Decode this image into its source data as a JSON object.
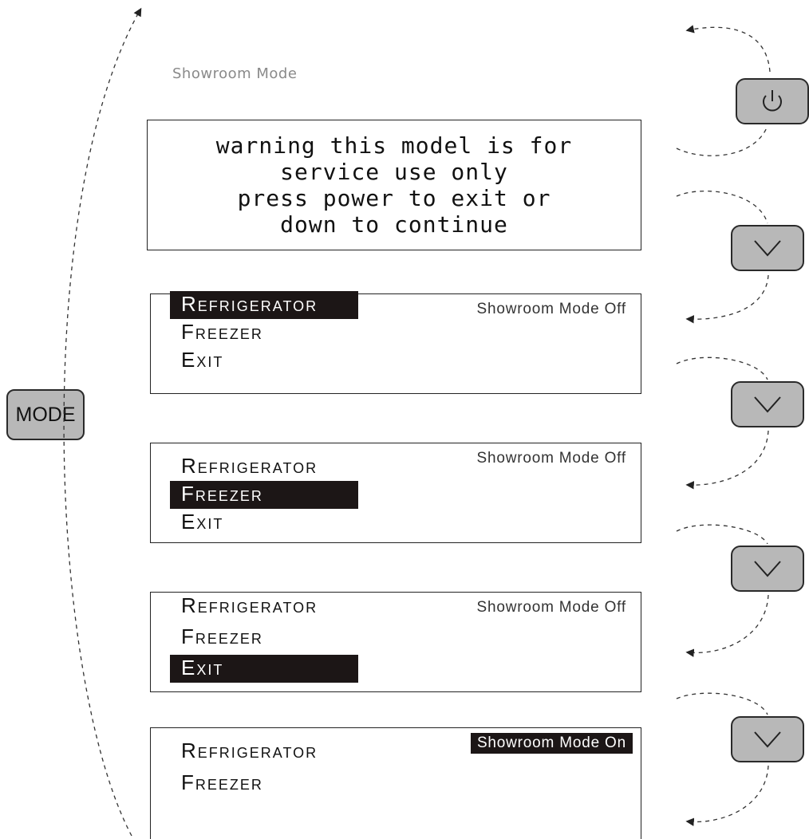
{
  "title": "Showroom Mode",
  "warning_lines": [
    "warning this model is for",
    "service use only",
    "press power to exit or",
    "down to continue"
  ],
  "screens": [
    {
      "items": [
        "Refrigerator",
        "Freezer",
        "Exit"
      ],
      "selected": 0,
      "status": "Showroom Mode Off",
      "status_highlighted": false
    },
    {
      "items": [
        "Refrigerator",
        "Freezer",
        "Exit"
      ],
      "selected": 1,
      "status": "Showroom Mode Off",
      "status_highlighted": false
    },
    {
      "items": [
        "Refrigerator",
        "Freezer",
        "Exit"
      ],
      "selected": 2,
      "status": "Showroom Mode Off",
      "status_highlighted": false
    },
    {
      "items": [
        "Refrigerator",
        "Freezer"
      ],
      "selected": null,
      "status": "Showroom Mode On",
      "status_highlighted": true
    }
  ],
  "buttons": {
    "mode_label": "MODE",
    "power_icon": "power-icon",
    "down_icon": "chevron-down-icon"
  }
}
